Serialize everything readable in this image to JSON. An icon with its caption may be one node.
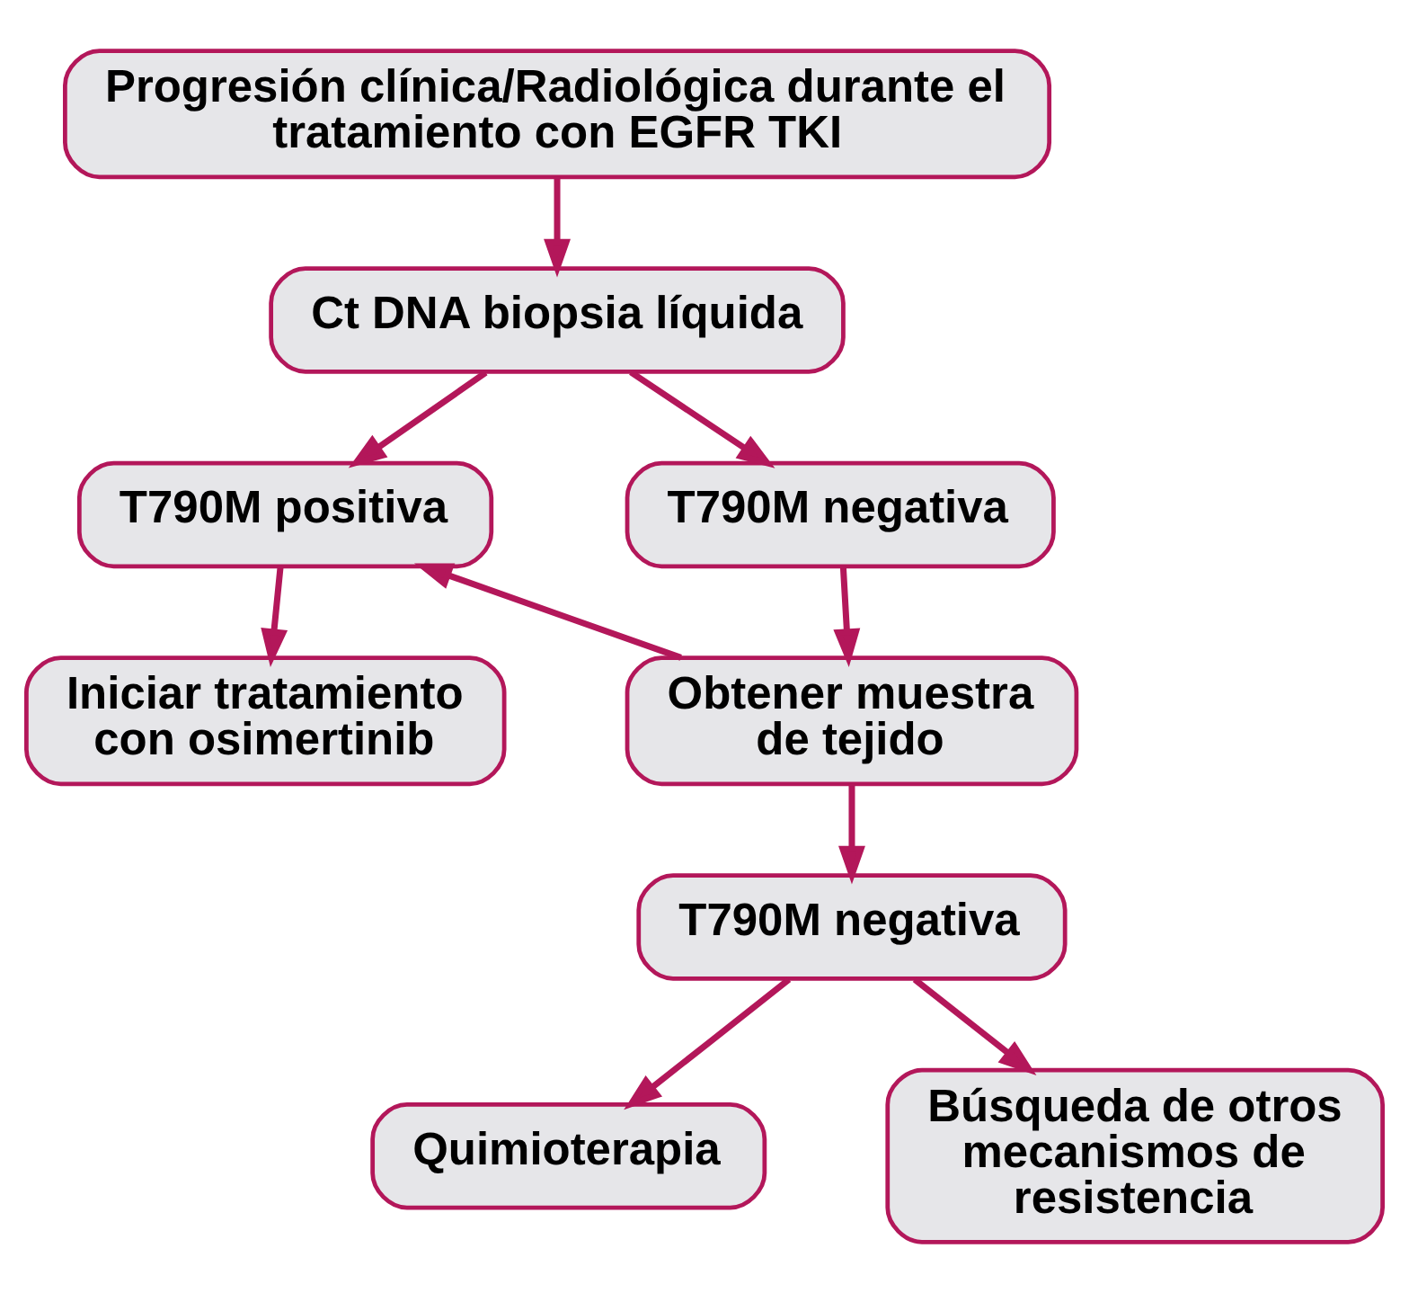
{
  "diagram": {
    "nodes": [
      {
        "text": [
          "Progresión clínica/Radiológica durante el tratamiento con EGFR TKI"
        ]
      },
      {
        "text": [
          "Ct DNA biopsia líquida"
        ]
      },
      {
        "text": [
          "T790M positiva"
        ]
      },
      {
        "text": [
          "T790M negativa"
        ]
      },
      {
        "text": [
          "Iniciar tratamiento con osimertinib"
        ]
      },
      {
        "text": [
          "Obtener muestra de tejido"
        ]
      },
      {
        "text": [
          "T790M negativa"
        ]
      },
      {
        "text": [
          "Quimioterapia"
        ]
      },
      {
        "text": [
          "Búsqueda de otros mecanismos de resistencia"
        ]
      }
    ],
    "edges": [
      {
        "from": 0,
        "to": 1,
        "arrow": "to"
      },
      {
        "from": 1,
        "to": 2,
        "arrow": "to"
      },
      {
        "from": 1,
        "to": 3,
        "arrow": "to"
      },
      {
        "from": 2,
        "to": 4,
        "arrow": "to"
      },
      {
        "from": 3,
        "to": 5,
        "arrow": "to"
      },
      {
        "from": 5,
        "to": 2,
        "arrow": "to"
      },
      {
        "from": 5,
        "to": 6,
        "arrow": "to"
      },
      {
        "from": 6,
        "to": 7,
        "arrow": "to"
      },
      {
        "from": 6,
        "to": 8,
        "arrow": "to"
      }
    ]
  }
}
